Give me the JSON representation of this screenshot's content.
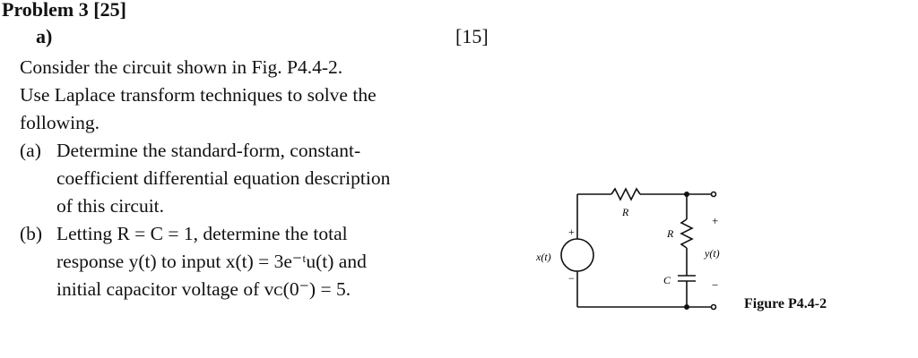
{
  "problem": {
    "title": "Problem 3 [25]",
    "part_label": "a)",
    "part_points": "[15]"
  },
  "intro": {
    "line1": "Consider the circuit shown in Fig. P4.4-2.",
    "line2": "Use Laplace transform techniques to solve the",
    "line3": "following."
  },
  "items": {
    "a": {
      "label": "(a)",
      "line1": "Determine the standard-form, constant-",
      "line2": "coefficient differential equation description",
      "line3": "of this circuit."
    },
    "b": {
      "label": "(b)",
      "line1": "Letting R = C = 1, determine the total",
      "line2": "response y(t) to input x(t) = 3e⁻ᵗu(t) and",
      "line3": "initial capacitor voltage of vᴄ(0⁻) = 5."
    }
  },
  "figure": {
    "source_label": "x(t)",
    "resistor_series_label": "R",
    "resistor_shunt_label": "R",
    "capacitor_label": "C",
    "output_label": "y(t)",
    "plus_source": "+",
    "minus_source": "−",
    "plus_output": "+",
    "minus_output": "−",
    "caption": "Figure P4.4-2"
  }
}
